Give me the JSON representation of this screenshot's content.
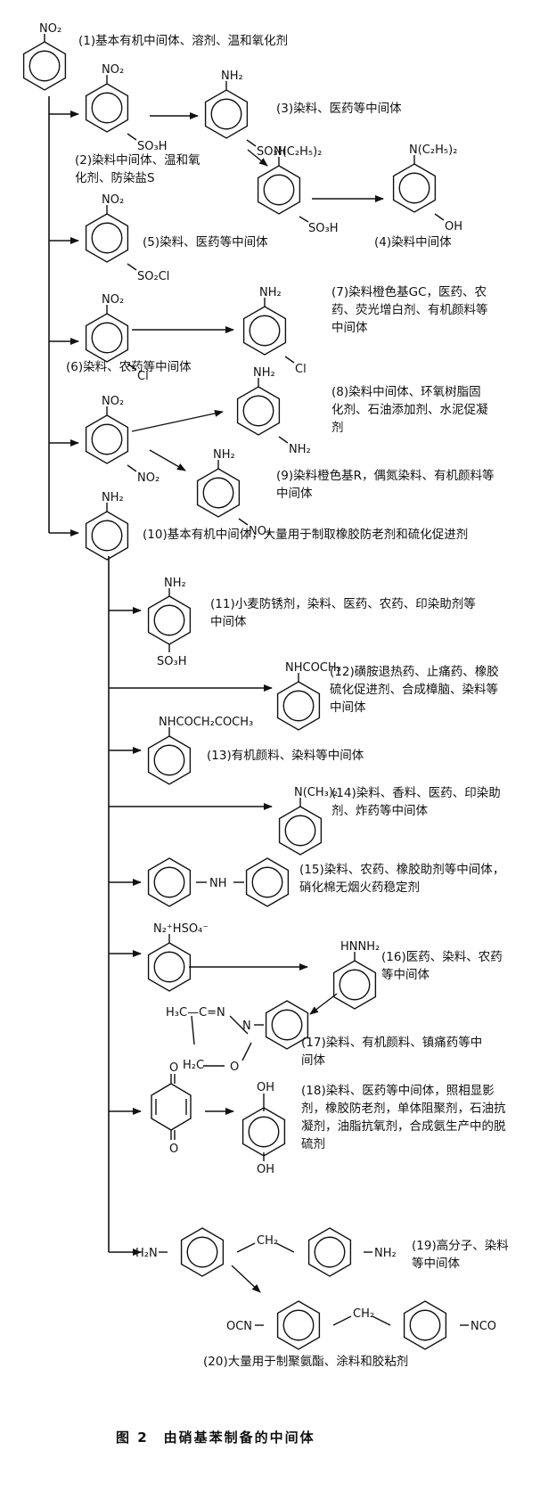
{
  "caption": "图 2　由硝基苯制备的中间体",
  "labels": {
    "l1": "(1)基本有机中间体、溶剂、温和氧化剂",
    "l2": "(2)染料中间体、温和氧化剂、防染盐S",
    "l3": "(3)染料、医药等中间体",
    "l4": "(4)染料中间体",
    "l5": "(5)染料、医药等中间体",
    "l6": "(6)染料、农药等中间体",
    "l7": "(7)染料橙色基GC，医药、农药、荧光增白剂、有机颜料等中间体",
    "l8": "(8)染料中间体、环氧树脂固化剂、石油添加剂、水泥促凝剂",
    "l9": "(9)染料橙色基R，偶氮染料、有机颜料等中间体",
    "l10": "(10)基本有机中间体，大量用于制取橡胶防老剂和硫化促进剂",
    "l11": "(11)小麦防锈剂，染料、医药、农药、印染助剂等中间体",
    "l12": "(12)磺胺退热药、止痛药、橡胶硫化促进剂、合成樟脑、染料等中间体",
    "l13": "(13)有机颜料、染料等中间体",
    "l14": "(14)染料、香料、医药、印染助剂、炸药等中间体",
    "l15": "(15)染料、农药、橡胶助剂等中间体，硝化棉无烟火药稳定剂",
    "l16": "(16)医药、染料、农药等中间体",
    "l17": "(17)染料、有机颜料、镇痛药等中间体",
    "l18": "(18)染料、医药等中间体，照相显影剂，橡胶防老剂，单体阻聚剂，石油抗凝剂，油脂抗氧剂，合成氨生产中的脱硫剂",
    "l19": "(19)高分子、染料等中间体",
    "l20": "(20)大量用于制聚氨酯、涂料和胶粘剂"
  },
  "groups": {
    "NO2": "NO₂",
    "SO3H": "SO₃H",
    "NH2": "NH₂",
    "NEt2": "N(C₂H₅)₂",
    "OH": "OH",
    "SO2Cl": "SO₂Cl",
    "Cl": "Cl",
    "NHCOCH3": "NHCOCH₃",
    "NHCOCH2COCH3": "NHCOCH₂COCH₃",
    "NMe2": "N(CH₃)₂",
    "NH": "NH",
    "N2HSO4": "N₂⁺HSO₄⁻",
    "HNNH2": "HNNH₂",
    "H3C_eq_N": "H₃C—C=N",
    "N": "N",
    "H2C": "H₂C",
    "O": "O",
    "H2N": "H₂N",
    "CH2": "CH₂",
    "OCN": "OCN",
    "NCO": "NCO"
  }
}
